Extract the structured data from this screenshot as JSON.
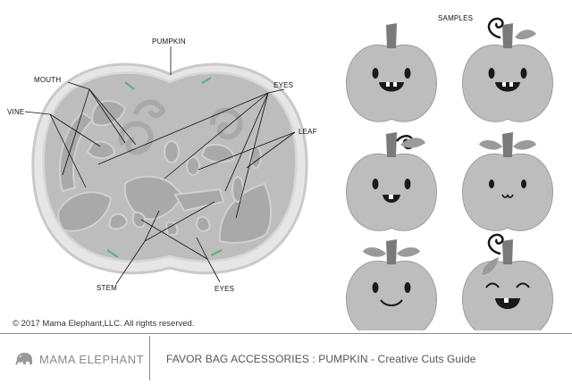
{
  "labels": {
    "pumpkin": "PUMPKIN",
    "mouth": "MOUTH",
    "vine": "VINE",
    "eyes_top": "EYES",
    "leaf": "LEAF",
    "stem": "STEM",
    "eyes_bottom": "EYES",
    "samples": "SAMPLES"
  },
  "colors": {
    "pumpkin_fill": "#bdbdbd",
    "piece_fill": "#a9a9a9",
    "die_outline": "#cfcfcf",
    "stem_fill": "#7a7a7a",
    "face_dark": "#1a1a1a",
    "accent_green": "#63b07c"
  },
  "copyright": "© 2017 Mama Elephant,LLC. All rights reserved.",
  "footer": {
    "brand": "MAMA ELEPHANT",
    "guide_title": "FAVOR BAG ACCESSORIES : PUMPKIN - Creative Cuts Guide"
  }
}
